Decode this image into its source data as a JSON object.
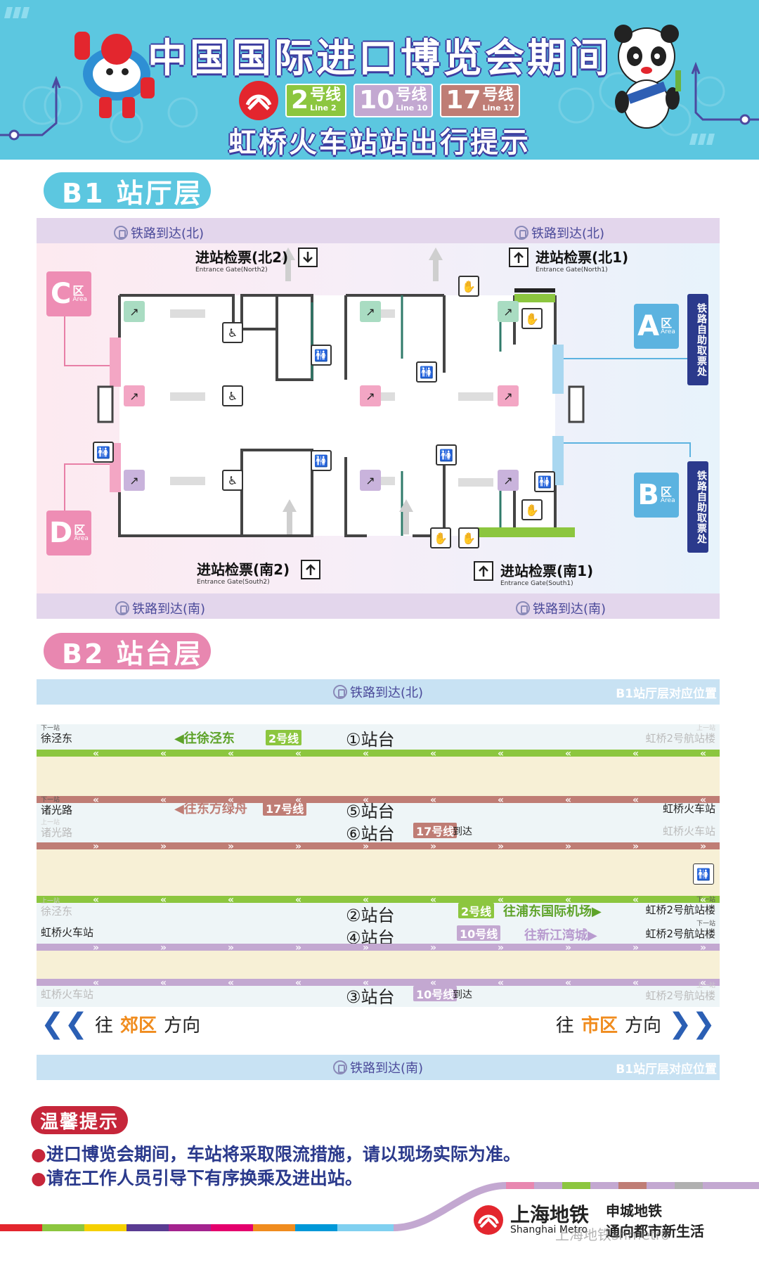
{
  "header": {
    "title": "中国国际进口博览会期间",
    "subtitle": "虹桥火车站站出行提示",
    "lines": [
      {
        "num": "2",
        "cn": "号线",
        "en": "Line 2",
        "color": "#8cc63f"
      },
      {
        "num": "10",
        "cn": "号线",
        "en": "Line 10",
        "color": "#c3a8d1"
      },
      {
        "num": "17",
        "cn": "号线",
        "en": "Line 17",
        "color": "#bf7d75"
      }
    ]
  },
  "b1": {
    "heading": "B1 站厅层",
    "rail_north_left": "铁路到达(北)",
    "rail_north_right": "铁路到达(北)",
    "rail_south_left": "铁路到达(南)",
    "rail_south_right": "铁路到达(南)",
    "gate_north2": {
      "cn": "进站检票(北2)",
      "en": "Entrance Gate(North2)"
    },
    "gate_north1": {
      "cn": "进站检票(北1)",
      "en": "Entrance Gate(North1)"
    },
    "gate_south2": {
      "cn": "进站检票(南2)",
      "en": "Entrance Gate(South2)"
    },
    "gate_south1": {
      "cn": "进站检票(南1)",
      "en": "Entrance Gate(South1)"
    },
    "areas": [
      {
        "letter": "C",
        "cn": "区",
        "en": "Area"
      },
      {
        "letter": "D",
        "cn": "区",
        "en": "Area"
      },
      {
        "letter": "A",
        "cn": "区",
        "en": "Area"
      },
      {
        "letter": "B",
        "cn": "区",
        "en": "Area"
      }
    ],
    "ticket_machine_1": "铁路自助取票处",
    "ticket_machine_2": "铁路自助取票处"
  },
  "b2": {
    "heading": "B2 站台层",
    "rail_north": "铁路到达(北)",
    "rail_south": "铁路到达(南)",
    "b1_position": "B1站厅层对应位置",
    "b1_position_2": "B1站厅层对应位置",
    "platforms": {
      "p1": "①站台",
      "p5": "⑤站台",
      "p6": "⑥站台",
      "p2": "②站台",
      "p4": "④站台",
      "p3": "③站台"
    },
    "row1": {
      "next_tag": "下一站",
      "next": "徐泾东",
      "dir": "往徐泾东",
      "line": "2号线",
      "prev_tag": "上一站",
      "prev": "虹桥2号航站楼"
    },
    "row5": {
      "next_tag": "下一站",
      "next": "诸光路",
      "dir": "往东方绿舟",
      "line": "17号线",
      "right": "虹桥火车站"
    },
    "row6": {
      "prev_tag": "上一站",
      "prev": "诸光路",
      "line": "17号线",
      "arrive": "到达",
      "right": "虹桥火车站"
    },
    "row2": {
      "prev_tag": "上一站",
      "prev": "徐泾东",
      "line": "2号线",
      "dir": "往浦东国际机场",
      "next_tag": "下一站",
      "next": "虹桥2号航站楼"
    },
    "row4": {
      "left": "虹桥火车站",
      "line": "10号线",
      "dir": "往新江湾城",
      "next_tag": "下一站",
      "next": "虹桥2号航站楼"
    },
    "row3": {
      "left": "虹桥火车站",
      "line": "10号线",
      "arrive": "到达",
      "prev_tag": "上一站",
      "prev": "虹桥2号航站楼"
    },
    "dir_left": {
      "pre": "往",
      "hl": "郊区",
      "post": "方向"
    },
    "dir_right": {
      "pre": "往",
      "hl": "市区",
      "post": "方向"
    }
  },
  "tips": {
    "heading": "温馨提示",
    "items": [
      "进口博览会期间，车站将采取限流措施，请以现场实际为准。",
      "请在工作人员引导下有序换乘及进出站。"
    ]
  },
  "footer": {
    "brand_cn": "上海地铁",
    "brand_en": "Shanghai Metro",
    "slogan1": "申城地铁",
    "slogan2": "通向都市新生活",
    "watermark": "上海地铁shmetro"
  },
  "colors": {
    "header_bg": "#5cc7e0",
    "b1_heading": "#5cc7e0",
    "b2_heading": "#e887b0",
    "line2": "#8cc63f",
    "line10": "#c3a8d1",
    "line17": "#bf7d75",
    "highlight_orange": "#f08c1e",
    "navy": "#2b3a8c"
  }
}
